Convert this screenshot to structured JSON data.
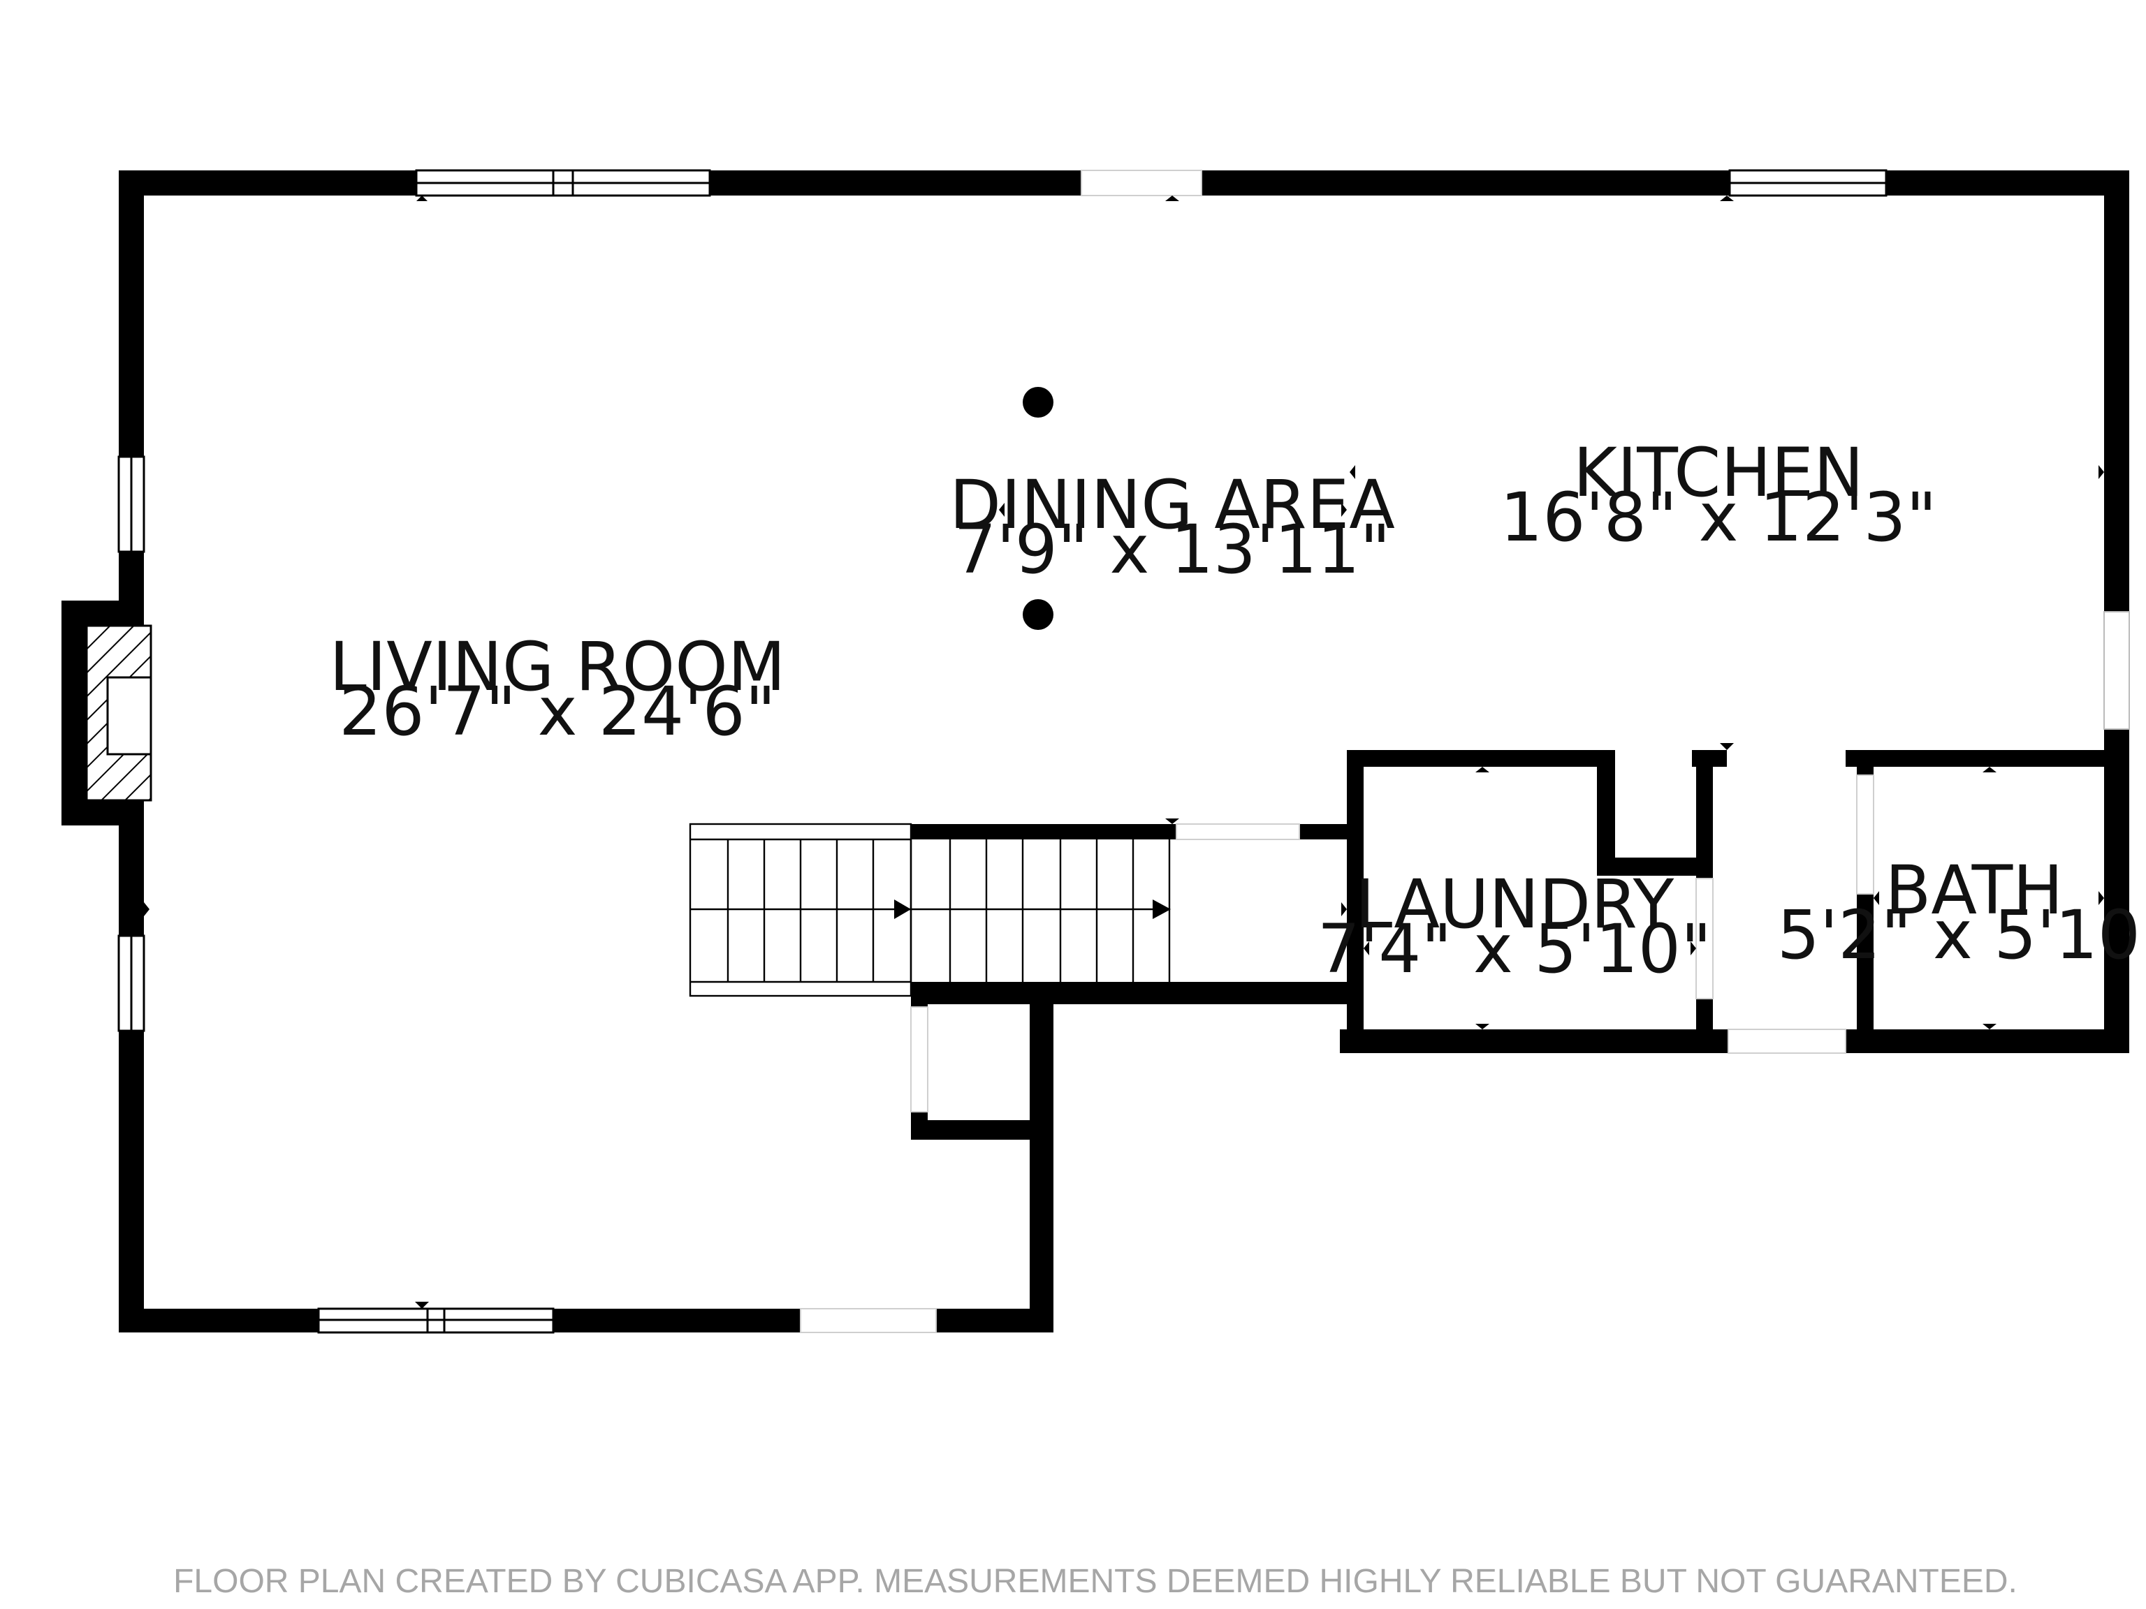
{
  "rooms": {
    "living": {
      "name": "LIVING ROOM",
      "dims": "26'7\" x 24'6\""
    },
    "dining": {
      "name": "DINING AREA",
      "dims": "7'9\" x 13'11\""
    },
    "kitchen": {
      "name": "KITCHEN",
      "dims": "16'8\" x 12'3\""
    },
    "laundry": {
      "name": "LAUNDRY",
      "dims": "7'4\" x 5'10\""
    },
    "bath": {
      "name": "BATH",
      "dims": "5'2\" x 5'10\""
    }
  },
  "footer": {
    "disclaimer": "FLOOR PLAN CREATED BY CUBICASA APP. MEASUREMENTS DEEMED HIGHLY RELIABLE BUT NOT GUARANTEED."
  },
  "colors": {
    "wall": "#000000",
    "background": "#ffffff",
    "footer_text": "#a6a6a6"
  }
}
